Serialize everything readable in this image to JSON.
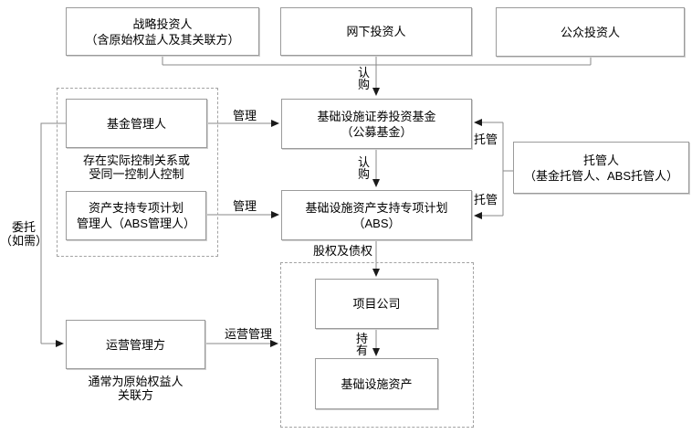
{
  "diagram": {
    "nodes": {
      "strategic": {
        "line1": "战略投资人",
        "line2": "（含原始权益人及其关联方）"
      },
      "offline": {
        "line1": "网下投资人"
      },
      "public": {
        "line1": "公众投资人"
      },
      "fund_manager": {
        "line1": "基金管理人"
      },
      "pof": {
        "line1": "基础设施证券投资基金",
        "line2": "（公募基金）"
      },
      "trustee": {
        "line1": "托管人",
        "line2": "（基金托管人、ABS托管人）"
      },
      "abs_manager": {
        "line1": "资产支持专项计划",
        "line2": "管理人（ABS管理人）"
      },
      "abs": {
        "line1": "基础设施资产支持专项计划",
        "line2": "（ABS）"
      },
      "project_company": {
        "line1": "项目公司"
      },
      "infra_asset": {
        "line1": "基础设施资产"
      },
      "operator": {
        "line1": "运营管理方"
      }
    },
    "edge_labels": {
      "subscribe_top": "认购",
      "subscribe_mid": "认购",
      "manage_fund": "管理",
      "manage_abs": "管理",
      "custody_fund": "托管",
      "custody_abs": "托管",
      "equity_and_debt": "股权及债权",
      "hold": "持有",
      "operate": "运营管理",
      "entrust_line1": "委托",
      "entrust_line2": "（如需）"
    },
    "notes": {
      "control_line1": "存在实际控制关系或",
      "control_line2": "受同一控制人控制",
      "operator_note_line1": "通常为原始权益人",
      "operator_note_line2": "关联方"
    },
    "colors": {
      "background": "#ffffff",
      "line": "#8a8a8a",
      "arrowhead": "#1a1a1a",
      "box_border": "#9b9b9b",
      "text": "#000000"
    }
  }
}
